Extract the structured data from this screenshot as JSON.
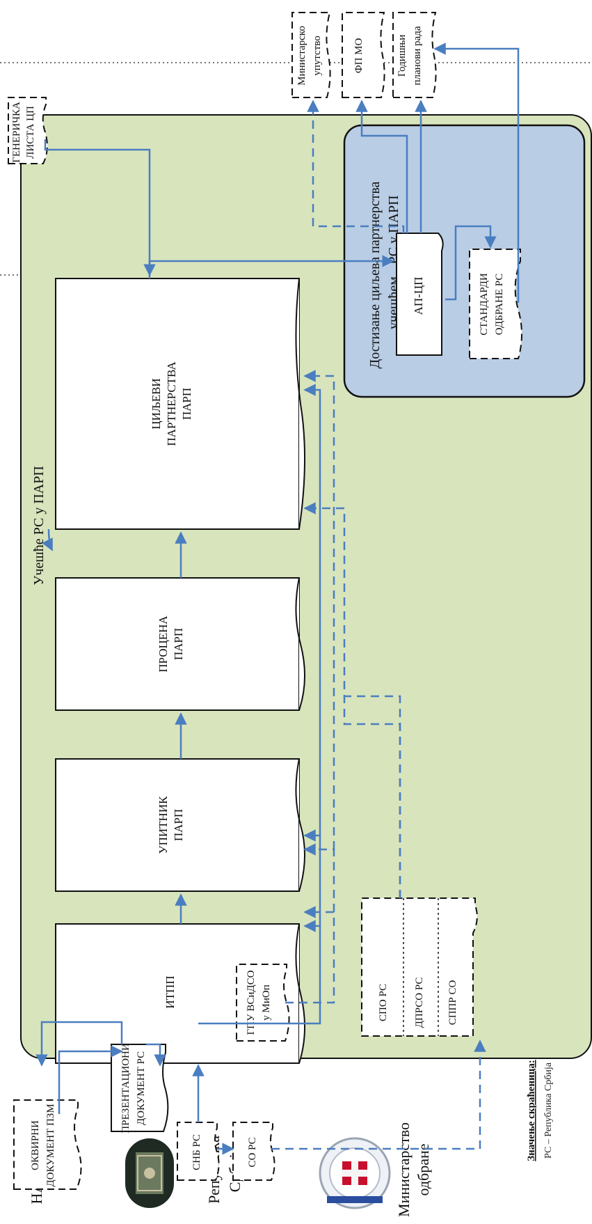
{
  "lanes": {
    "nato": "НАТО",
    "serbia": [
      "Република",
      "Србија"
    ],
    "mod": [
      "Министарство",
      "одбране"
    ]
  },
  "regions": {
    "participation": "Учешће РС у ПАРП",
    "achievement": [
      "Достизање циљева партнерства",
      "учешћем",
      "РС у ПАРП"
    ]
  },
  "documents": {
    "framework": [
      "ОКВИРНИ",
      "ДОКУМЕНТ ПЗМ"
    ],
    "generic_list": [
      "ГЕНЕРИЧКА",
      "ЛИСТА ЦП"
    ],
    "presentation": [
      "ПРЕЗЕНТАЦИОНИ",
      "ДОКУМЕНТ РС"
    ],
    "snb": "СНБ РС",
    "so": "СО РС",
    "gpu": [
      "ГПУ ВСиДСО",
      "у МиОп"
    ],
    "spo": "СПО РС",
    "dprso": "ДПРСО РС",
    "sppr": "СППР СО",
    "itpp": "ИТПП",
    "questionnaire": [
      "УПИТНИК",
      "ПАРП"
    ],
    "assessment": [
      "ПРОЦЕНА",
      "ПАРП"
    ],
    "goals": [
      "ЦИЉЕВИ",
      "ПАРТНЕРСТВА",
      "ПАРП"
    ],
    "ap_cp": "АП-ЦП",
    "standards": [
      "СТАНДАРДИ",
      "ОДБРАНЕ РС"
    ],
    "ministerial": [
      "Министарско",
      "упутство"
    ],
    "fp_mo": "ФП МО",
    "annual": [
      "Годишњи",
      "планови рада"
    ]
  },
  "legend": {
    "title": "Значење скраћеница:",
    "first_line": "РС – Република Србија"
  },
  "colors": {
    "arrow": "#4a7ec0",
    "participation_fill": "#d8e4bc",
    "achievement_fill": "#b9cde5",
    "lane_divider": "#444444",
    "border": "#111111"
  },
  "icons": [
    "serbia-assembly-emblem",
    "ministry-of-defence-emblem"
  ]
}
